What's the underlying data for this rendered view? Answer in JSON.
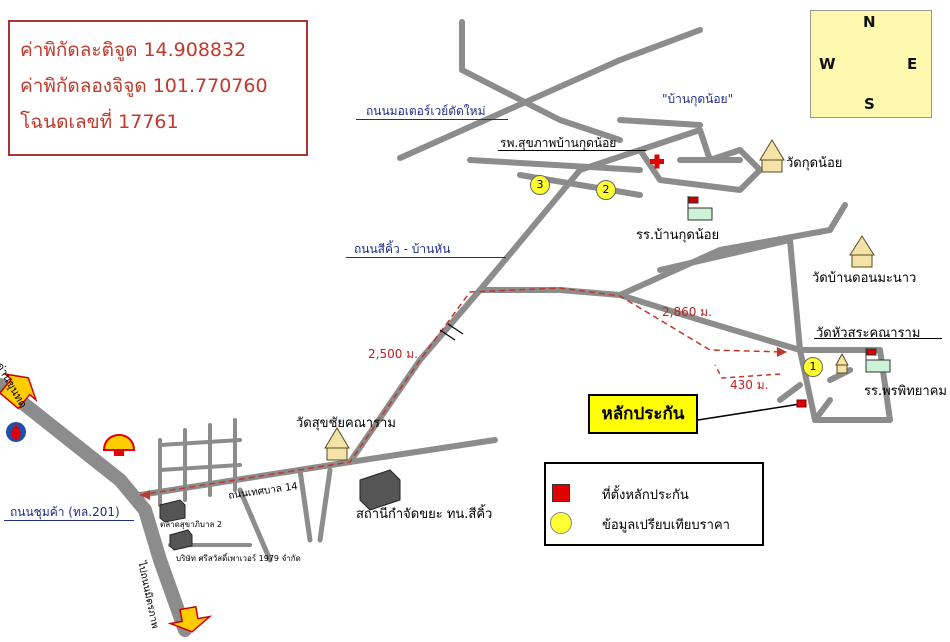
{
  "info": {
    "lat": "ค่าพิกัดละติจูด 14.908832",
    "lon": "ค่าพิกัดลองจิจูด 101.770760",
    "deed": "โฉนดเลขที่ 17761"
  },
  "compass": {
    "n": "N",
    "s": "S",
    "e": "E",
    "w": "W"
  },
  "roads": {
    "motorway": "ถนนมอเตอร์เวย์ตัดใหม่",
    "sikhiu_banhan": "ถนนสีคิ้ว - บ้านหัน",
    "chumkha": "ถนนชุมค้า (ทล.201)",
    "tessaban14": "ถนนเทศบาล 14"
  },
  "places": {
    "ban_kut_noi": "\"บ้านกุดน้อย\"",
    "hospital": "รพ.สุขภาพบ้านกุดน้อย",
    "wat_kut_noi": "วัดกุดน้อย",
    "school_kut_noi": "รร.บ้านกุดน้อย",
    "wat_don_manao": "วัดบ้านดอนมะนาว",
    "wat_hua_sra": "วัดหัวสระคณาราม",
    "school_phithaya": "รร.พรพิทยาคม",
    "wat_suk_chai": "วัดสุขชัยคณาราม",
    "garbage_station": "สถานีกำจัดขยะ ทน.สีคิ้ว",
    "market": "ตลาดสุขาภิบาล 2",
    "company": "บริษัท ศรีสวัสดิ์เพาเวอร์ 1979 จำกัด",
    "to_dan_khun_thot": "อ.ด่านขุนทด",
    "to_nakhon_ratchasima": "ไปถนนมิตรภาพ"
  },
  "distances": {
    "d1": "2,500 ม.",
    "d2": "2,860 ม.",
    "d3": "430 ม."
  },
  "markers": {
    "m1": "1",
    "m2": "2",
    "m3": "3"
  },
  "callout": "หลักประกัน",
  "legend": {
    "collateral": "ที่ตั้งหลักประกัน",
    "comparison": "ข้อมูลเปรียบเทียบราคา"
  },
  "colors": {
    "road": "#8c8c8c",
    "route": "#c0392b",
    "marker": "#ffff33",
    "collateral": "#e30000"
  }
}
